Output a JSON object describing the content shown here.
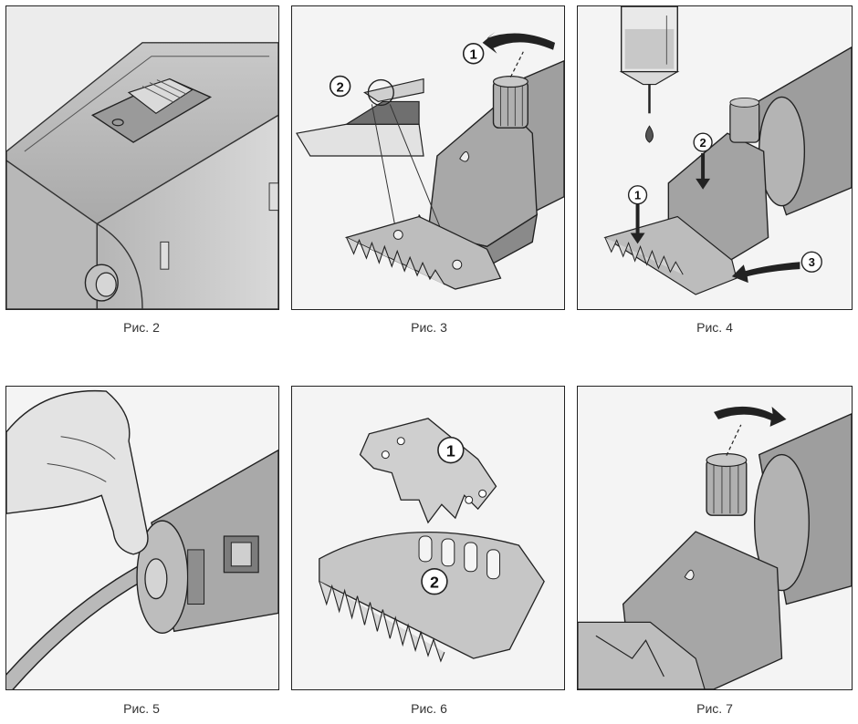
{
  "figures": [
    {
      "caption": "Рис. 2"
    },
    {
      "caption": "Рис. 3",
      "markers": [
        "1",
        "2"
      ]
    },
    {
      "caption": "Рис. 4",
      "markers": [
        "1",
        "2",
        "3"
      ]
    },
    {
      "caption": "Рис. 5"
    },
    {
      "caption": "Рис. 6",
      "markers": [
        "1",
        "2"
      ]
    },
    {
      "caption": "Рис. 7"
    }
  ]
}
